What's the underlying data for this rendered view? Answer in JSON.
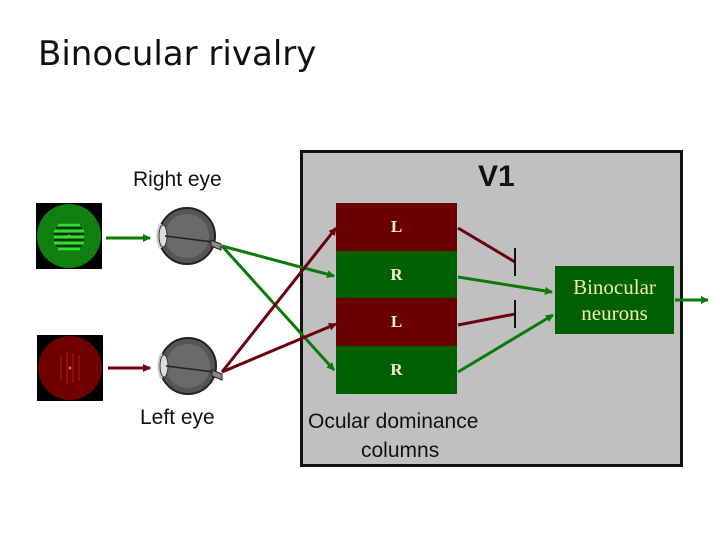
{
  "title": "Binocular rivalry",
  "labels": {
    "right_eye": "Right eye",
    "left_eye": "Left eye",
    "v1": "V1",
    "ocular_dominance_line1": "Ocular dominance",
    "ocular_dominance_line2": "columns",
    "binocular_line1": "Binocular",
    "binocular_line2": "neurons"
  },
  "columns": [
    {
      "label": "L",
      "eye": "left"
    },
    {
      "label": "R",
      "eye": "right"
    },
    {
      "label": "L",
      "eye": "left"
    },
    {
      "label": "R",
      "eye": "right"
    }
  ],
  "colors": {
    "green": "#0a7a0a",
    "red": "#6b0010",
    "v1_background": "#c0c0c0"
  }
}
